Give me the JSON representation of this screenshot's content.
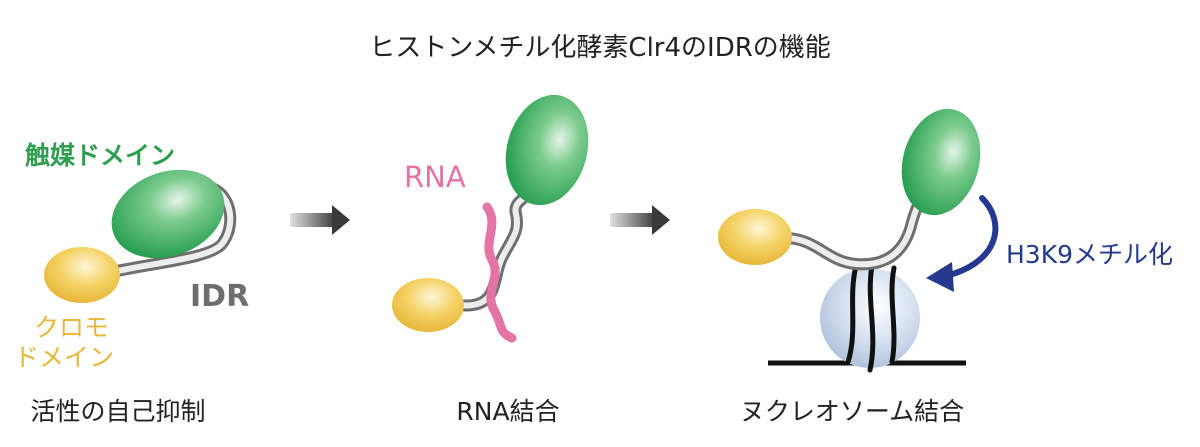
{
  "title": "ヒストンメチル化酵素Clr4のIDRの機能",
  "panels": [
    {
      "caption": "活性の自己抑制",
      "labels": {
        "catalytic_domain": "触媒ドメイン",
        "idr": "IDR",
        "chromo_line1": "クロモ",
        "chromo_line2": "ドメイン"
      }
    },
    {
      "caption": "RNA結合",
      "labels": {
        "rna": "RNA"
      }
    },
    {
      "caption": "ヌクレオソーム結合",
      "labels": {
        "methylation": "H3K9メチル化"
      }
    }
  ],
  "colors": {
    "catalytic": "#2E9E4F",
    "chromo": "#E8B83A",
    "rna": "#E574A6",
    "nucleosome": "#BFD0E8",
    "methylation": "#253A8E",
    "idr": "#6E6E6E",
    "text": "#222222"
  }
}
